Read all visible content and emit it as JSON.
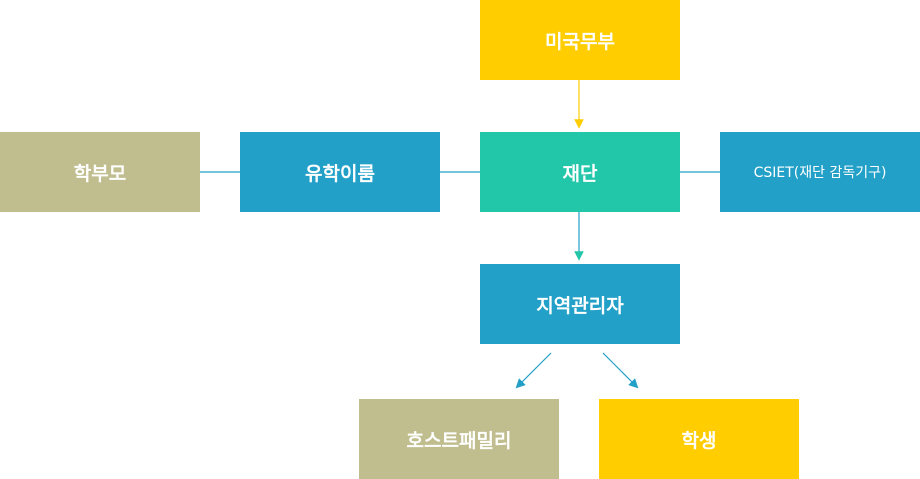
{
  "colors": {
    "yellow": "#FFCD00",
    "teal": "#22C6A8",
    "blue": "#22A0C8",
    "khaki": "#C0BD8E",
    "connector": "#22A0C8",
    "connector_top": "#FFCD00",
    "connector_mid": "#22C6A8"
  },
  "nodes": {
    "us_department": {
      "label": "미국무부",
      "color": "yellow"
    },
    "foundation": {
      "label": "재단",
      "color": "teal"
    },
    "study_abroad": {
      "label": "유학이룸",
      "color": "blue"
    },
    "parents": {
      "label": "학부모",
      "color": "khaki"
    },
    "csiet": {
      "label": "CSIET(재단 감독기구)",
      "color": "blue"
    },
    "regional_manager": {
      "label": "지역관리자",
      "color": "blue"
    },
    "host_family": {
      "label": "호스트패밀리",
      "color": "khaki"
    },
    "student": {
      "label": "학생",
      "color": "yellow"
    }
  },
  "edges": [
    {
      "from": "us_department",
      "to": "foundation",
      "arrow": true
    },
    {
      "from": "parents",
      "to": "study_abroad",
      "arrow": false
    },
    {
      "from": "study_abroad",
      "to": "foundation",
      "arrow": false
    },
    {
      "from": "foundation",
      "to": "csiet",
      "arrow": false
    },
    {
      "from": "foundation",
      "to": "regional_manager",
      "arrow": true
    },
    {
      "from": "regional_manager",
      "to": "host_family",
      "arrow": true
    },
    {
      "from": "regional_manager",
      "to": "student",
      "arrow": true
    }
  ]
}
